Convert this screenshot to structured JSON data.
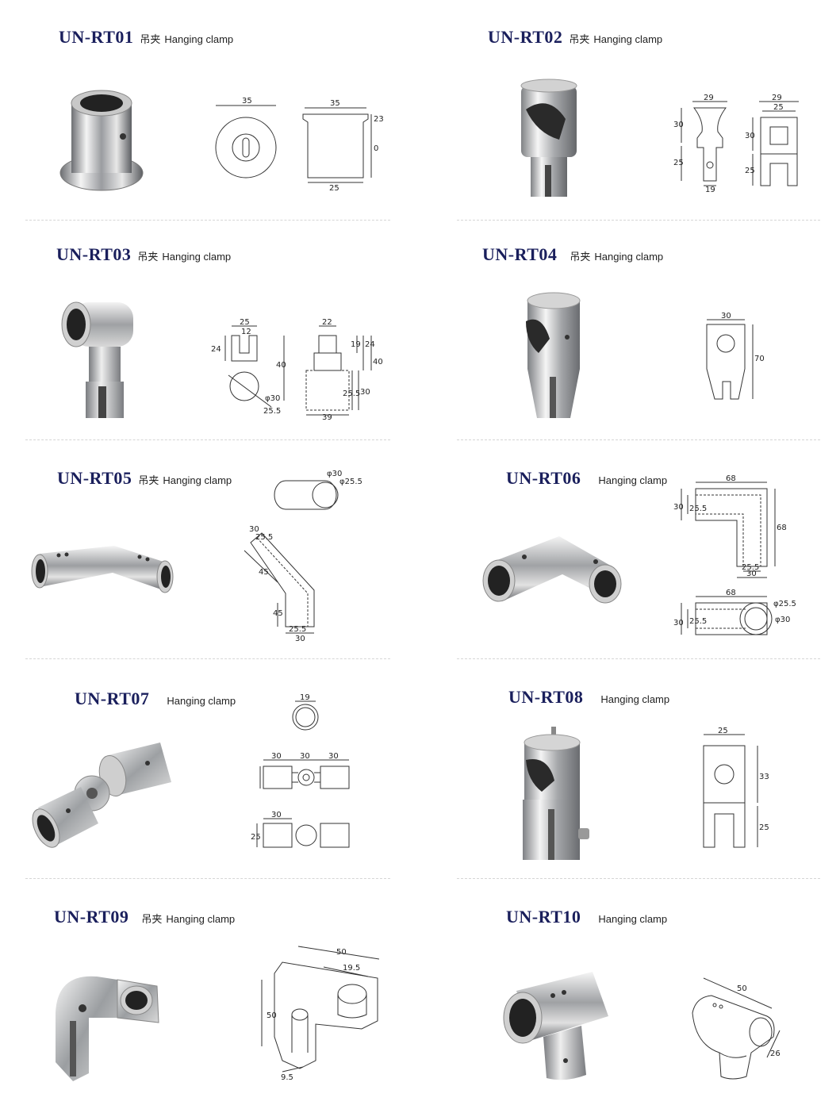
{
  "items": [
    {
      "model": "UN-RT01",
      "cn": "吊夹",
      "en": "Hanging clamp"
    },
    {
      "model": "UN-RT02",
      "cn": "吊夹",
      "en": "Hanging clamp"
    },
    {
      "model": "UN-RT03",
      "cn": "吊夹",
      "en": "Hanging clamp"
    },
    {
      "model": "UN-RT04",
      "cn": "吊夹",
      "en": "Hanging clamp"
    },
    {
      "model": "UN-RT05",
      "cn": "吊夹",
      "en": "Hanging clamp"
    },
    {
      "model": "UN-RT06",
      "cn": "",
      "en": "Hanging clamp"
    },
    {
      "model": "UN-RT07",
      "cn": "",
      "en": "Hanging clamp"
    },
    {
      "model": "UN-RT08",
      "cn": "",
      "en": "Hanging clamp"
    },
    {
      "model": "UN-RT09",
      "cn": "吊夹",
      "en": "Hanging clamp"
    },
    {
      "model": "UN-RT10",
      "cn": "",
      "en": "Hanging clamp"
    }
  ],
  "dims": {
    "rt01": [
      "35",
      "35",
      "23",
      "0",
      "25"
    ],
    "rt02": [
      "29",
      "30",
      "25",
      "19",
      "29",
      "25",
      "30",
      "25"
    ],
    "rt03": [
      "25",
      "12",
      "24",
      "40",
      "φ30",
      "25.5",
      "22",
      "19",
      "24",
      "40",
      "25.5",
      "30",
      "39"
    ],
    "rt04": [
      "30",
      "70"
    ],
    "rt05": [
      "φ30",
      "φ25.5",
      "30",
      "25.5",
      "45",
      "45",
      "25.5",
      "30"
    ],
    "rt06": [
      "68",
      "30",
      "25.5",
      "68",
      "25.5",
      "30",
      "68",
      "30",
      "25.5",
      "φ25.5",
      "φ30"
    ],
    "rt07": [
      "19",
      "30",
      "30",
      "30",
      "30",
      "25"
    ],
    "rt08": [
      "25",
      "33",
      "25"
    ],
    "rt09": [
      "50",
      "19.5",
      "50",
      "9.5"
    ],
    "rt10": [
      "50",
      "26"
    ]
  },
  "colors": {
    "model_text": "#1a1f5c",
    "divider": "#d6d6d6"
  }
}
